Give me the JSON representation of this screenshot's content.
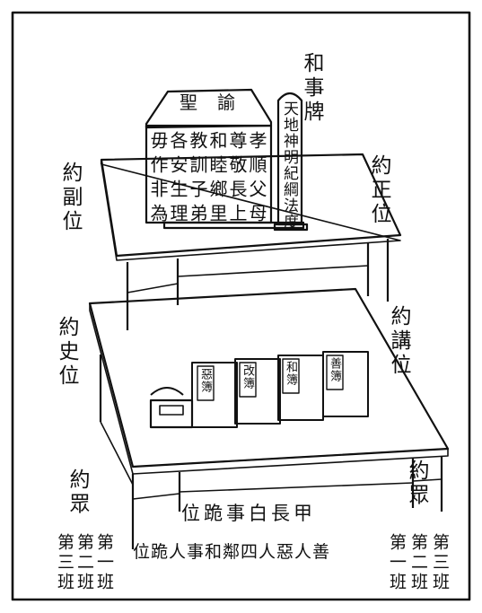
{
  "tablet": {
    "heading": "聖諭",
    "columns": [
      "孝順父母",
      "尊敬長上",
      "和睦鄉里",
      "教訓子弟",
      "各安生理",
      "毋作非為"
    ]
  },
  "placard": {
    "title": "和事牌",
    "text": "天地神明紀綱法度"
  },
  "seats": {
    "yue_zheng": "約正位",
    "yue_fu": "約副位",
    "yue_shi": "約史位",
    "yue_jiang": "約講位",
    "yue_zhong_right": "約眾",
    "yue_zhong_left": "約眾",
    "kneeling": "甲長白事跪位"
  },
  "registers": [
    "善簿",
    "和簿",
    "改簿",
    "惡簿"
  ],
  "bottom_caption": "善人惡人四鄰和事人跪位",
  "ranks_left": [
    "第一班",
    "第二班",
    "第三班"
  ],
  "ranks_right": [
    "第三班",
    "第二班",
    "第一班"
  ]
}
